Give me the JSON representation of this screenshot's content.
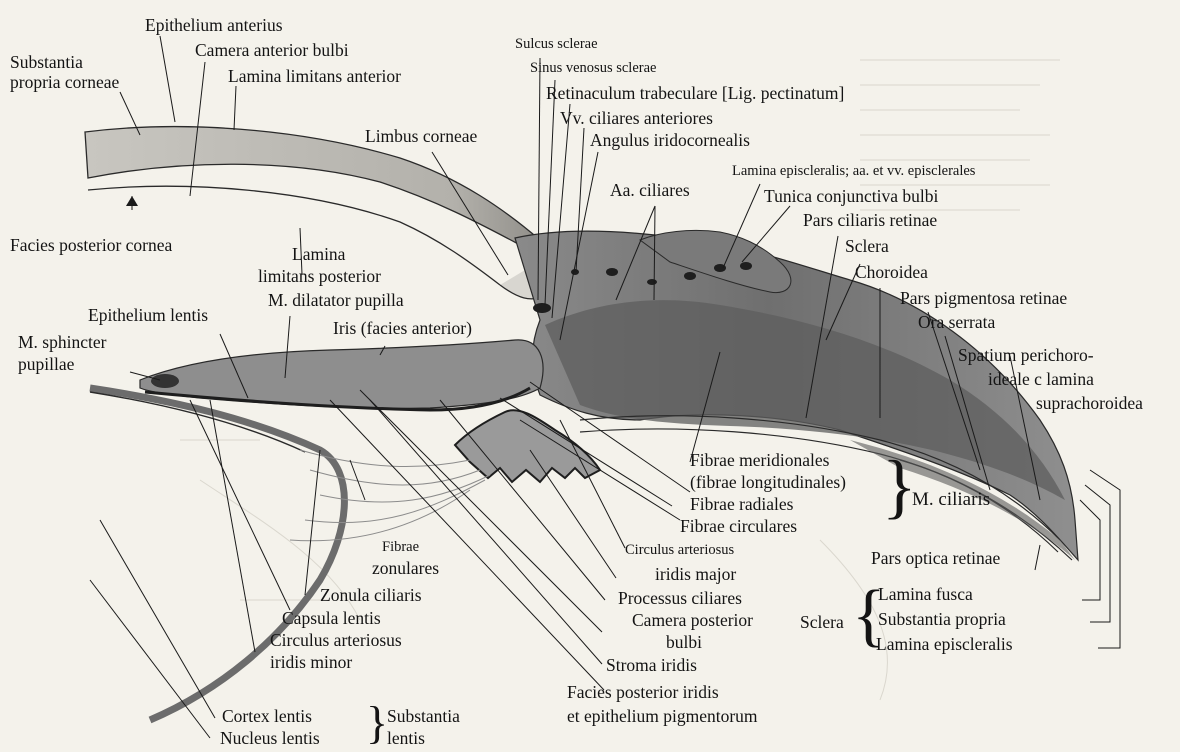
{
  "labels": {
    "epithelium_anterius": "Epithelium anterius",
    "substantia_propria_corneae_1": "Substantia",
    "substantia_propria_corneae_2": "propria corneae",
    "camera_anterior_bulbi": "Camera anterior bulbi",
    "lamina_limitans_anterior": "Lamina limitans anterior",
    "sulcus_sclerae": "Sulcus sclerae",
    "sinus_venosus_sclerae": "Sinus venosus sclerae",
    "retinaculum_trabeculare": "Retinaculum trabeculare [Lig. pectinatum]",
    "vv_ciliares_anteriores": "Vv. ciliares anteriores",
    "angulus_iridocornealis": "Angulus iridocornealis",
    "limbus_corneae": "Limbus corneae",
    "lamina_episcleralis_vessels": "Lamina episcleralis; aa. et vv. episclerales",
    "aa_ciliares": "Aa. ciliares",
    "tunica_conjunctiva_bulbi": "Tunica conjunctiva bulbi",
    "pars_ciliaris_retinae": "Pars ciliaris retinae",
    "sclera_top": "Sclera",
    "facies_posterior_cornea": "Facies posterior cornea",
    "lamina_limitans_posterior_1": "Lamina",
    "lamina_limitans_posterior_2": "limitans posterior",
    "choroidea": "Choroidea",
    "m_dilatator_pupilla": "M. dilatator pupilla",
    "pars_pigmentosa_retinae": "Pars pigmentosa retinae",
    "epithelium_lentis": "Epithelium lentis",
    "iris_facies_anterior": "Iris (facies anterior)",
    "ora_serrata": "Ora serrata",
    "m_sphincter_pupillae_1": "M. sphincter",
    "m_sphincter_pupillae_2": "pupillae",
    "spatium_perichoroideale_1": "Spatium perichoro-",
    "spatium_perichoroideale_2": "ideale c lamina",
    "spatium_perichoroideale_3": "suprachoroidea",
    "fibrae_meridionales_1": "Fibrae meridionales",
    "fibrae_meridionales_2": "(fibrae longitudinales)",
    "fibrae_radiales": "Fibrae radiales",
    "m_ciliaris": "M. ciliaris",
    "fibrae_circulares": "Fibrae circulares",
    "fibrae_zonulares_1": "Fibrae",
    "fibrae_zonulares_2": "zonulares",
    "circulus_arteriosus_major_1": "Circulus arteriosus",
    "circulus_arteriosus_major_2": "iridis major",
    "pars_optica_retinae": "Pars optica retinae",
    "zonula_ciliaris": "Zonula ciliaris",
    "processus_ciliares": "Processus ciliares",
    "lamina_fusca": "Lamina fusca",
    "capsula_lentis": "Capsula lentis",
    "camera_posterior_bulbi_1": "Camera posterior",
    "camera_posterior_bulbi_2": "bulbi",
    "sclera_group": "Sclera",
    "substantia_propria_sclera": "Substantia propria",
    "circulus_arteriosus_minor_1": "Circulus arteriosus",
    "circulus_arteriosus_minor_2": "iridis minor",
    "stroma_iridis": "Stroma iridis",
    "lamina_episcleralis": "Lamina episcleralis",
    "facies_posterior_iridis_1": "Facies posterior iridis",
    "facies_posterior_iridis_2": "et epithelium pigmentorum",
    "cortex_lentis": "Cortex lentis",
    "nucleus_lentis": "Nucleus lentis",
    "substantia_lentis_1": "Substantia",
    "substantia_lentis_2": "lentis"
  },
  "colors": {
    "ink": "#141414",
    "paper": "#f4f2eb",
    "tissue_dark": "#6a6a6a",
    "tissue_mid": "#9c9c9c",
    "cornea": "#d3d1cb"
  }
}
